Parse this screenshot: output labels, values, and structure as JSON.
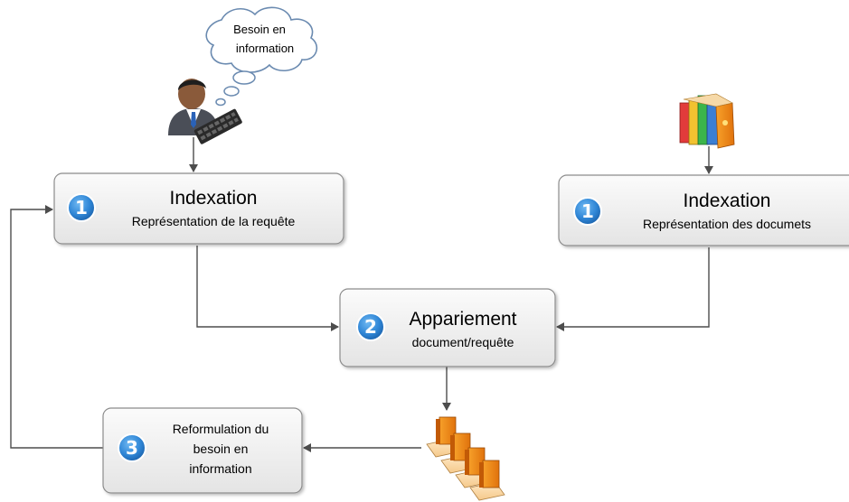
{
  "diagram": {
    "cloud": {
      "line1": "Besoin en",
      "line2": "information"
    },
    "box_query": {
      "badge": "1",
      "title": "Indexation",
      "subtitle": "Représentation de la requête"
    },
    "box_docs": {
      "badge": "1",
      "title": "Indexation",
      "subtitle": "Représentation des documets"
    },
    "box_match": {
      "badge": "2",
      "title": "Appariement",
      "subtitle": "document/requête"
    },
    "box_reform": {
      "badge": "3",
      "line1": "Reformulation du",
      "line2": "besoin en",
      "line3": "information"
    },
    "icons": {
      "user": "user-with-keyboard-icon",
      "books": "books-stack-icon",
      "results": "ranked-documents-icon"
    },
    "colors": {
      "box_fill": "#f2f2f2",
      "box_stroke": "#8c8c8c",
      "badge": "#2f86d6",
      "arrow": "#4d4d4d"
    }
  }
}
